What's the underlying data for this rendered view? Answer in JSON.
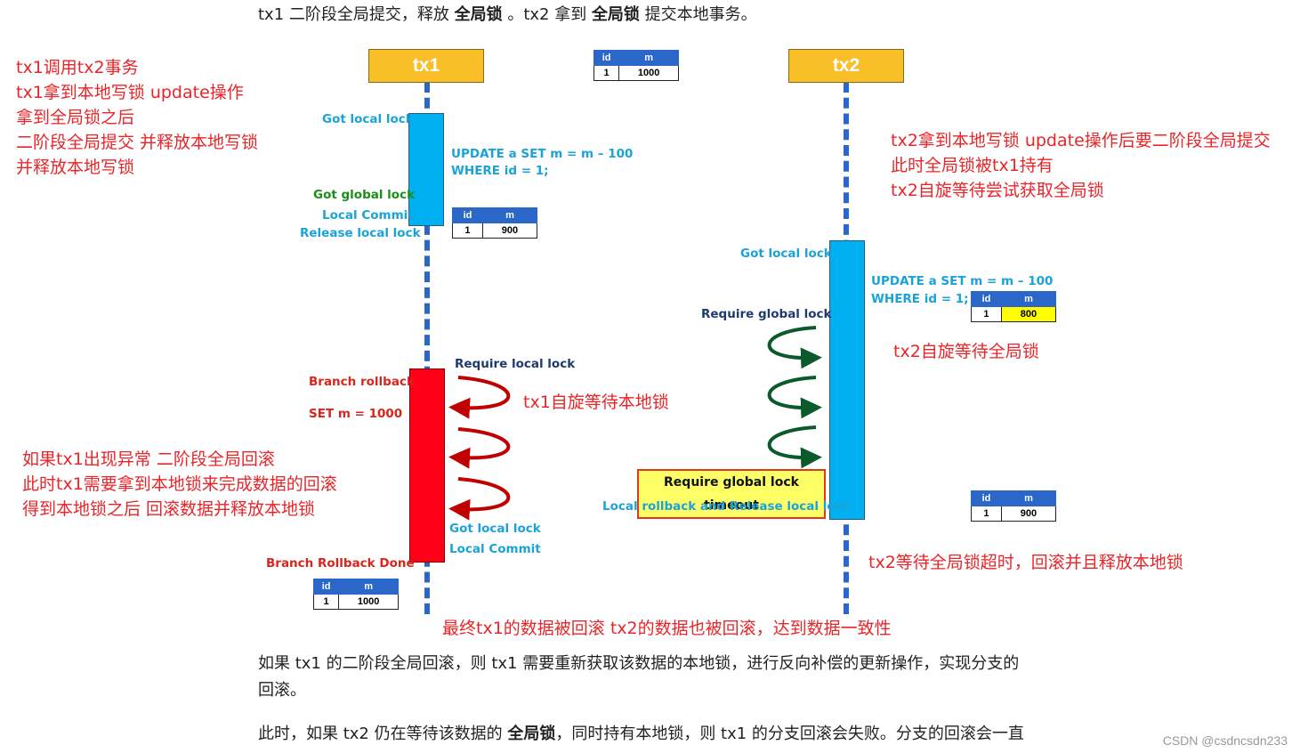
{
  "top_line": {
    "p1": "tx1 二阶段全局提交，释放 ",
    "b1": "全局锁",
    "p2": " 。tx2 拿到 ",
    "b2": "全局锁",
    "p3": " 提交本地事务。"
  },
  "tx1_header": "tx1",
  "tx2_header": "tx2",
  "table_headers": [
    "id",
    "m"
  ],
  "tables": {
    "t_top": [
      "1",
      "1000"
    ],
    "t_tx1_commit": [
      "1",
      "900"
    ],
    "t_tx2_update": [
      "1",
      "800"
    ],
    "t_tx2_rollback": [
      "1",
      "900"
    ],
    "t_tx1_done": [
      "1",
      "1000"
    ]
  },
  "tx1_labels": {
    "got_local_lock": "Got local lock",
    "update_line1": "UPDATE a SET m = m – 100",
    "update_line2": "WHERE id = 1;",
    "got_global_lock": "Got global lock",
    "local_commit": "Local Commit",
    "release_local_lock": "Release local lock",
    "require_local_lock": "Require local lock",
    "branch_rollback": "Branch rollback",
    "set_m": "SET m = 1000",
    "got_local_lock_2": "Got local lock",
    "local_commit_2": "Local Commit",
    "branch_rollback_done": "Branch Rollback Done"
  },
  "tx2_labels": {
    "got_local_lock": "Got local lock",
    "update_line1": "UPDATE a SET m = m – 100",
    "update_line2": "WHERE id = 1;",
    "require_global_lock": "Require global lock",
    "timeout": "Require global lock timeout",
    "local_rollback": "Local rollback and Release local lock"
  },
  "notes": {
    "left_top": [
      "tx1调用tx2事务",
      "tx1拿到本地写锁 update操作",
      "拿到全局锁之后",
      "二阶段全局提交 并释放本地写锁",
      "并释放本地写锁"
    ],
    "right_top": [
      "tx2拿到本地写锁 update操作后要二阶段全局提交",
      "此时全局锁被tx1持有",
      "tx2自旋等待尝试获取全局锁"
    ],
    "tx2_spin": "tx2自旋等待全局锁",
    "tx1_spin": "tx1自旋等待本地锁",
    "left_mid": [
      "如果tx1出现异常 二阶段全局回滚",
      "此时tx1需要拿到本地锁来完成数据的回滚",
      "得到本地锁之后 回滚数据并释放本地锁"
    ],
    "tx2_timeout": "tx2等待全局锁超时，回滚并且释放本地锁",
    "final": "最终tx1的数据被回滚 tx2的数据也被回滚，达到数据一致性"
  },
  "para1": {
    "line1": "如果 tx1 的二阶段全局回滚，则 tx1 需要重新获取该数据的本地锁，进行反向补偿的更新操作，实现分支的",
    "line2": "回滚。"
  },
  "para2": {
    "p1": "此时，如果 tx2 仍在等待该数据的 ",
    "b1": "全局锁",
    "p2": "，同时持有本地锁，则 tx1 的分支回滚会失败。分支的回滚会一直"
  },
  "watermark": "CSDN @csdncsdn233",
  "colors": {
    "header_fill": "#f9bf29",
    "lifeline": "#2a67c9",
    "tx1_commit_bar": "#00b0f0",
    "tx1_rollback_bar": "#ff0000",
    "tx2_bar": "#00b0f0",
    "highlight_cell": "#ffff00",
    "note_red": "#e8262a",
    "spin_red": "#c00000",
    "spin_green": "#0b5a2c"
  }
}
